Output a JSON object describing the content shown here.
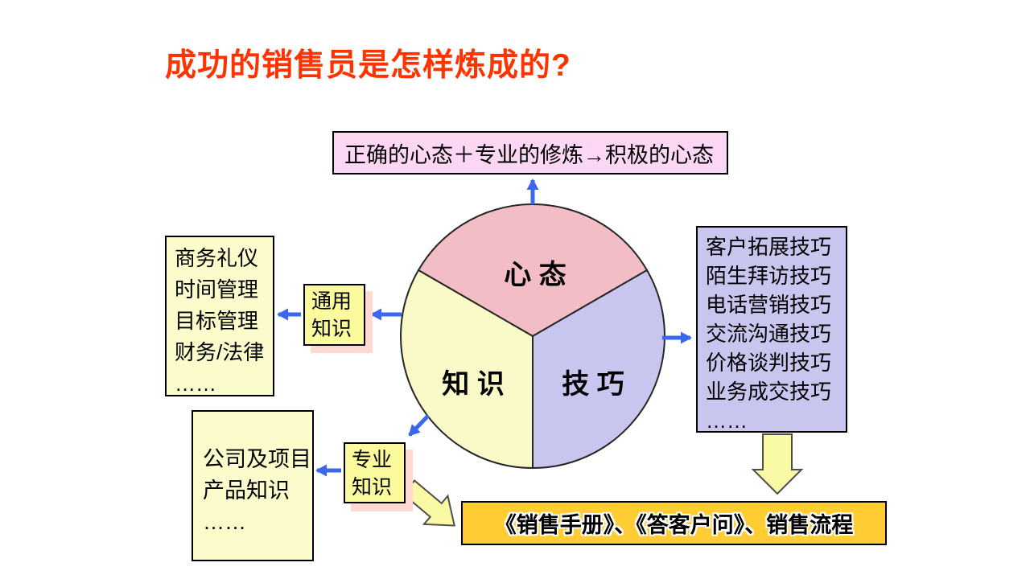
{
  "title": {
    "text": "成功的销售员是怎样炼成的?"
  },
  "top_box": {
    "text": "正确的心态＋专业的修炼→积极的心态"
  },
  "pie": {
    "labels": {
      "mindset": "心 态",
      "knowledge": "知 识",
      "skill": "技 巧"
    }
  },
  "left_box": {
    "lines": [
      "商务礼仪",
      "时间管理",
      "目标管理",
      "财务/法律",
      "……"
    ]
  },
  "general_knowledge_box": {
    "lines": [
      "通用",
      "知识"
    ]
  },
  "skills_box": {
    "lines": [
      "客户拓展技巧",
      "陌生拜访技巧",
      "电话营销技巧",
      "交流沟通技巧",
      "价格谈判技巧",
      "业务成交技巧",
      "……"
    ]
  },
  "company_box": {
    "lines": [
      "公司及项目",
      "产品知识",
      "……"
    ]
  },
  "professional_knowledge_box": {
    "lines": [
      "专业",
      "知识"
    ]
  },
  "bottom_bar": {
    "text": "《销售手册》、《答客户问》、销售流程"
  },
  "colors": {
    "title_red": "#FF3300",
    "arrow_blue": "#3A67EE",
    "pie_mindset_pink": "#F3BDC6",
    "pie_knowledge_yellow": "#FAFAC8",
    "pie_skill_lavender": "#C8C6EF",
    "top_box_pink": "#FCD7F3",
    "pale_yellow_box": "#FBFBCB",
    "small_yellow_box": "#FBFB9E",
    "box_shadow_pink": "#FFD9D2",
    "skills_box_lavender": "#C8C6EF",
    "bar_gold": "#FFCC33",
    "block_arrow_yellow": "#FAFAA4"
  }
}
